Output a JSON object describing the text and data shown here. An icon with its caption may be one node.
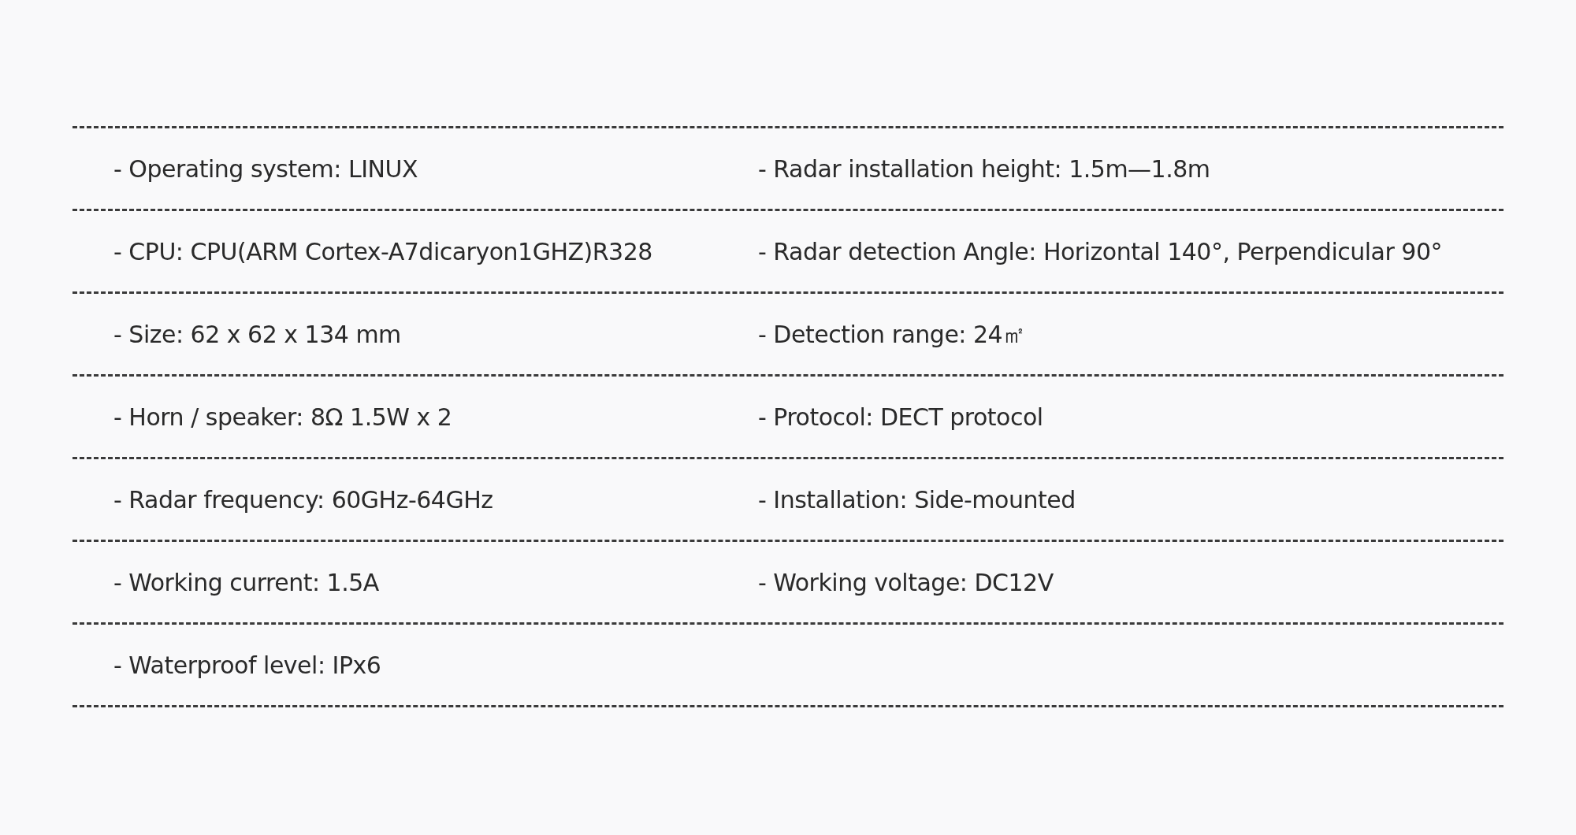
{
  "diagram": {
    "labels": [
      "- Operating system: LINUX",
      "- Radar installation height: 1.5m—1.8m",
      "- CPU: CPU(ARM Cortex-A7dicaryon1GHZ)R328",
      "- Radar detection Angle: Horizontal 140°, Perpendicular 90°",
      "- Size: 62 x 62 x 134 mm",
      "- Detection range: 24㎡",
      "- Horn / speaker: 8Ω 1.5W x 2",
      "- Protocol: DECT protocol",
      "- Radar frequency: 60GHz-64GHz",
      "- Installation: Side-mounted",
      "- Working current: 1.5A",
      "- Working voltage: DC12V",
      "- Waterproof level: IPx6"
    ]
  }
}
